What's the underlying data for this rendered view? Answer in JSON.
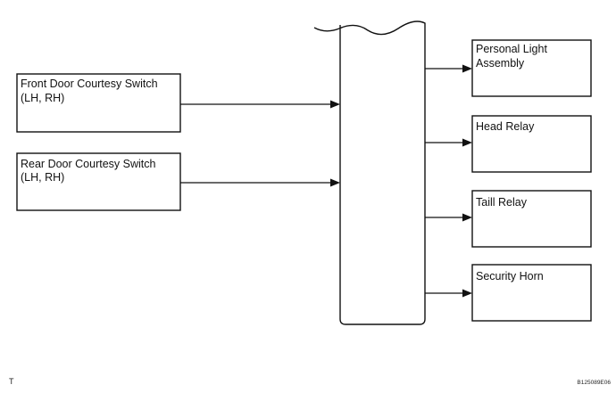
{
  "inputs": [
    {
      "line1": "Front Door Courtesy Switch",
      "line2": "(LH, RH)"
    },
    {
      "line1": "Rear Door Courtesy Switch",
      "line2": "(LH, RH)"
    }
  ],
  "outputs": [
    {
      "line1": "Personal Light",
      "line2": "Assembly"
    },
    {
      "line1": "Head Relay",
      "line2": ""
    },
    {
      "line1": "Taill Relay",
      "line2": ""
    },
    {
      "line1": "Security Horn",
      "line2": ""
    }
  ],
  "footer": {
    "left_mark": "T",
    "figure_code": "B125089E06"
  },
  "colors": {
    "line": "#111111",
    "background": "#ffffff"
  }
}
